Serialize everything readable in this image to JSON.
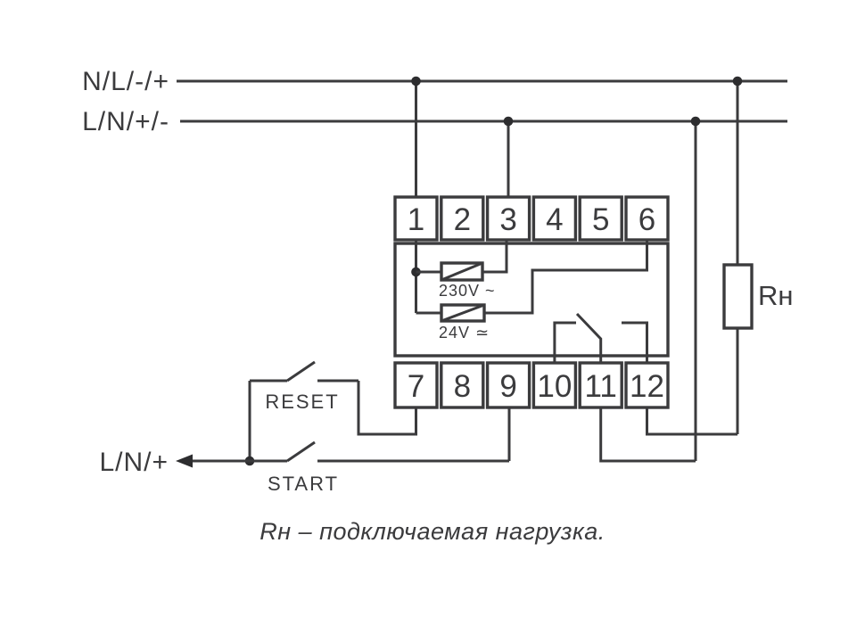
{
  "diagram": {
    "rails": {
      "top_label": "N/L/-/+",
      "second_label": "L/N/+/-"
    },
    "output_label": "L/N/+",
    "switches": {
      "reset": "RESET",
      "start": "START"
    },
    "coils": {
      "ac_coil": "230V ~",
      "dc_coil": "24V ≃"
    },
    "load_label": "Rн",
    "terminals_top": [
      "1",
      "2",
      "3",
      "4",
      "5",
      "6"
    ],
    "terminals_bottom": [
      "7",
      "8",
      "9",
      "10",
      "11",
      "12"
    ],
    "caption": "Rн – подключаемая нагрузка.",
    "colors": {
      "line": "#3b3b3d",
      "background": "#ffffff"
    }
  }
}
